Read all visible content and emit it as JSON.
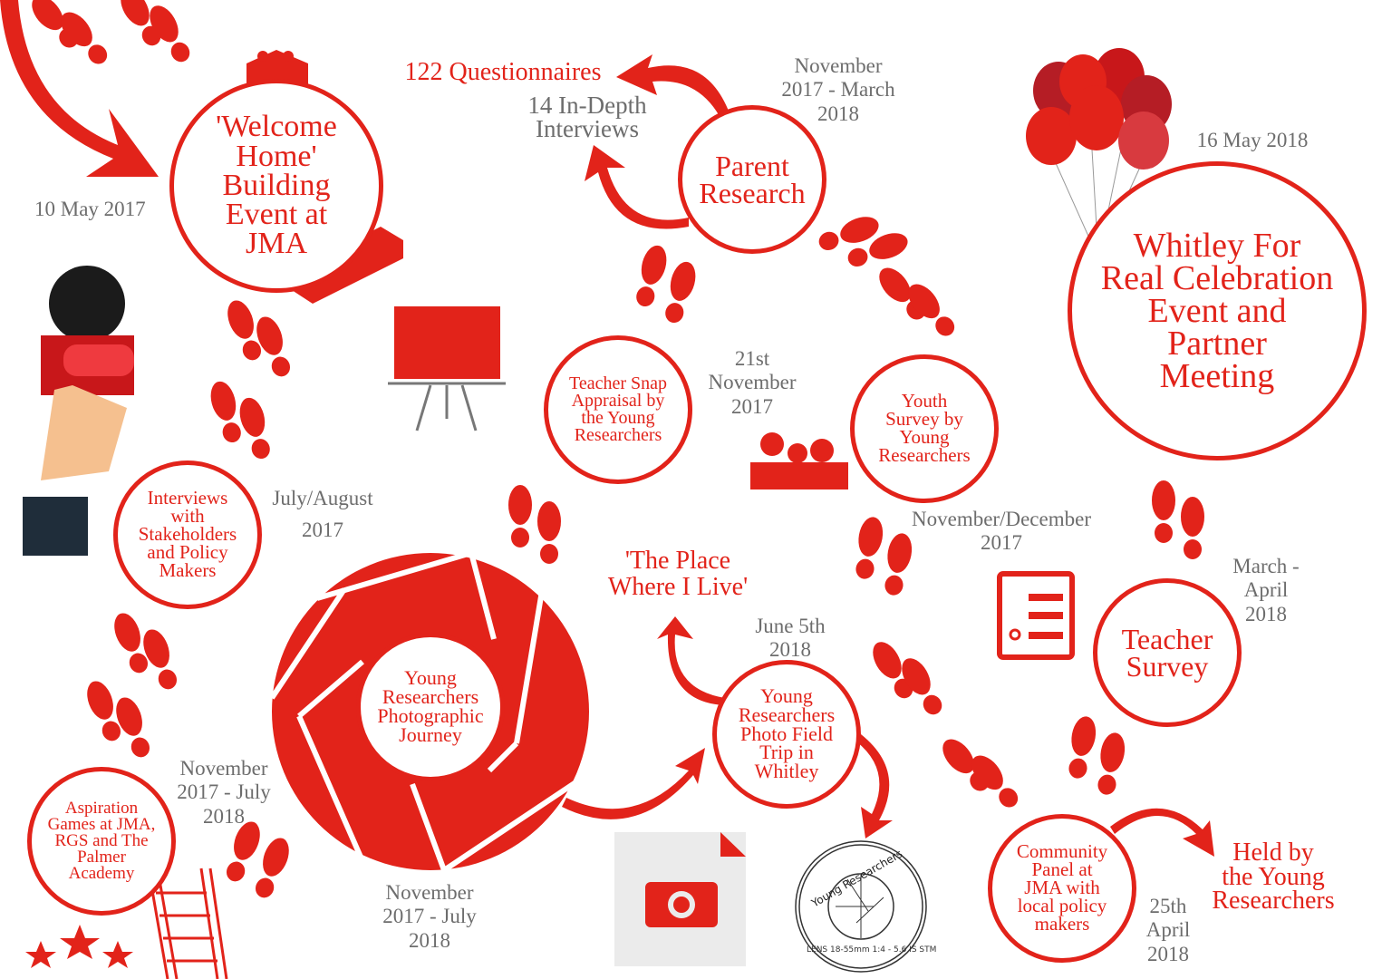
{
  "colors": {
    "accent": "#e2231a",
    "text_grey": "#6d6d6d"
  },
  "events": [
    {
      "id": "welcome",
      "lines": [
        "'Welcome",
        "Home'",
        "Building",
        "Event at",
        "JMA"
      ],
      "date": [
        "10 May 2017"
      ]
    },
    {
      "id": "parent",
      "lines": [
        "Parent",
        "Research"
      ],
      "date": [
        "November",
        "2017 - March",
        "2018"
      ],
      "notes": {
        "questionnaires": "122 Questionnaires",
        "interviews": [
          "14 In-Depth",
          "Interviews"
        ]
      }
    },
    {
      "id": "whitley",
      "lines": [
        "Whitley For",
        "Real Celebration",
        "Event and",
        "Partner",
        "Meeting"
      ],
      "date": [
        "16 May 2018"
      ]
    },
    {
      "id": "teacher_snap",
      "lines": [
        "Teacher Snap",
        "Appraisal by",
        "the Young",
        "Researchers"
      ],
      "date": [
        "21st",
        "November",
        "2017"
      ]
    },
    {
      "id": "youth_survey",
      "lines": [
        "Youth",
        "Survey by",
        "Young",
        "Researchers"
      ],
      "date": [
        "November/December",
        "2017"
      ]
    },
    {
      "id": "interviews",
      "lines": [
        "Interviews",
        "with",
        "Stakeholders",
        "and Policy",
        "Makers"
      ],
      "date": [
        "July/August",
        "2017"
      ]
    },
    {
      "id": "photo_journey",
      "lines": [
        "Young",
        "Researchers",
        "Photographic",
        "Journey"
      ],
      "date": [
        "November",
        "2017 - July",
        "2018"
      ]
    },
    {
      "id": "field_trip",
      "lines": [
        "Young",
        "Researchers",
        "Photo Field",
        "Trip in",
        "Whitley"
      ],
      "date": [
        "June 5th",
        "2018"
      ],
      "note": [
        "'The Place",
        "Where I Live'"
      ]
    },
    {
      "id": "teacher_survey",
      "lines": [
        "Teacher",
        "Survey"
      ],
      "date": [
        "March -",
        "April",
        "2018"
      ]
    },
    {
      "id": "aspiration",
      "lines": [
        "Aspiration",
        "Games at JMA,",
        "RGS and The",
        "Palmer",
        "Academy"
      ],
      "date": [
        "November",
        "2017 - July",
        "2018"
      ]
    },
    {
      "id": "community",
      "lines": [
        "Community",
        "Panel at",
        "JMA with",
        "local policy",
        "makers"
      ],
      "date": [
        "25th",
        "April",
        "2018"
      ],
      "note": [
        "Held by",
        "the Young",
        "Researchers"
      ]
    }
  ],
  "stamp": {
    "top": "Young Researchers",
    "bottom": "LENS 18-55mm 1:4 - 5.6 IS STM"
  }
}
